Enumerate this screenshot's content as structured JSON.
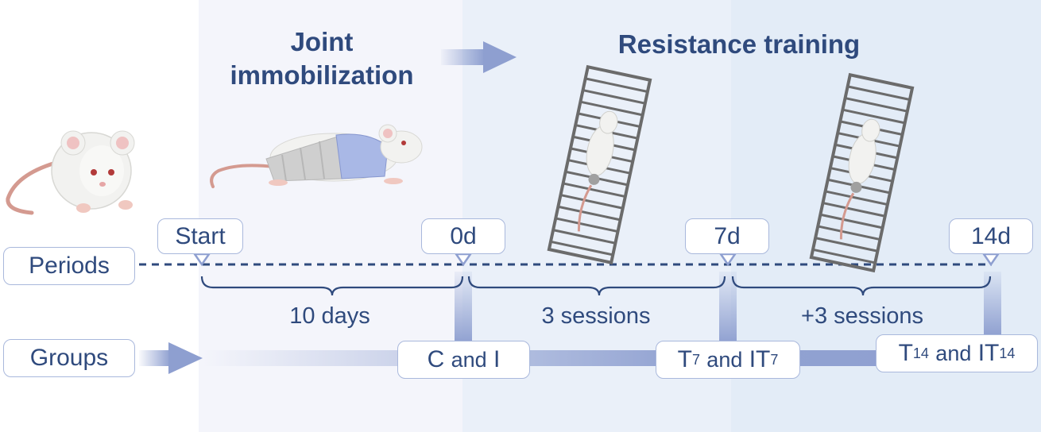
{
  "titles": {
    "immobilization": "Joint\nimmobilization",
    "training": "Resistance training"
  },
  "row_labels": {
    "periods": "Periods",
    "groups": "Groups"
  },
  "timepoints": [
    "Start",
    "0d",
    "7d",
    "14d"
  ],
  "intervals": [
    "10 days",
    "3 sessions",
    "+3 sessions"
  ],
  "groups": [
    {
      "main_a": "C",
      "conj": "and",
      "main_b": "I",
      "sub_a": "",
      "sub_b": ""
    },
    {
      "main_a": "T",
      "sub_a": "7",
      "conj": "and",
      "main_b": "IT",
      "sub_b": "7"
    },
    {
      "main_a": "T",
      "sub_a": "14",
      "conj": "and",
      "main_b": "IT",
      "sub_b": "14"
    }
  ],
  "colors": {
    "text": "#2f4a7d",
    "arrow": "#8e9fd0",
    "panel1": "#f4f5fb",
    "panel2": "#eaf0f9",
    "panel3": "#e3ecf7",
    "box_border": "#a9b8dc"
  },
  "icons": [
    "rat-icon",
    "immobilized-rat-icon",
    "ladder-climbing-rat-icon"
  ]
}
